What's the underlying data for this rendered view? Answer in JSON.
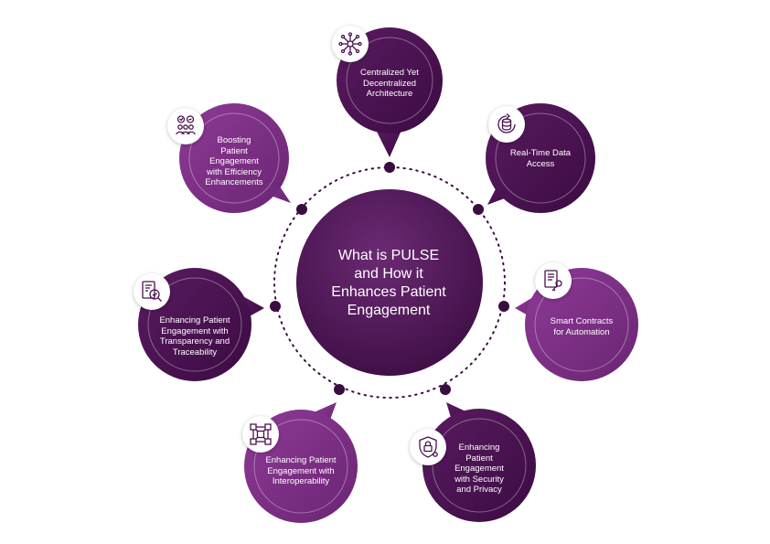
{
  "center": {
    "line1": "What is PULSE",
    "line2": "and How it",
    "line3": "Enhances Patient",
    "line4": "Engagement"
  },
  "nodes": [
    {
      "id": "centralized",
      "lines": [
        "Centralized Yet",
        "Decentralized",
        "Architecture"
      ],
      "icon": "network-nodes-icon",
      "color": "#4a1250"
    },
    {
      "id": "realtime",
      "lines": [
        "Real-Time Data",
        "Access"
      ],
      "icon": "database-sync-icon",
      "color": "#4a1250"
    },
    {
      "id": "smart",
      "lines": [
        "Smart Contracts",
        "for Automation"
      ],
      "icon": "contract-key-icon",
      "color": "#7c3085"
    },
    {
      "id": "security",
      "lines": [
        "Enhancing",
        "Patient",
        "Engagement",
        "with Security",
        "and Privacy"
      ],
      "icon": "shield-lock-icon",
      "color": "#4a1250"
    },
    {
      "id": "interop",
      "lines": [
        "Enhancing Patient",
        "Engagement with",
        "Interoperability"
      ],
      "icon": "connected-cubes-icon",
      "color": "#7c3085"
    },
    {
      "id": "transparency",
      "lines": [
        "Enhancing Patient",
        "Engagement with",
        "Transparency and",
        "Traceability"
      ],
      "icon": "document-magnifier-icon",
      "color": "#4a1250"
    },
    {
      "id": "efficiency",
      "lines": [
        "Boosting",
        "Patient",
        "Engagement",
        "with Efficiency",
        "Enhancements"
      ],
      "icon": "people-feedback-icon",
      "color": "#7c3085"
    }
  ]
}
